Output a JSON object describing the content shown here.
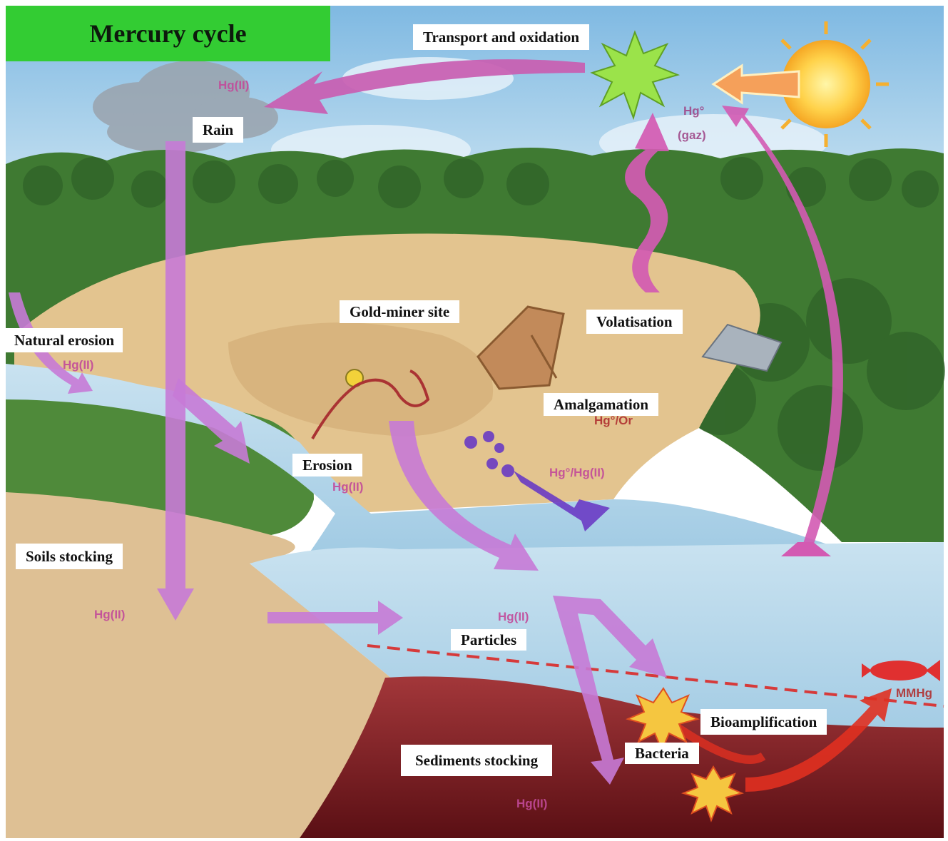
{
  "title": "Mercury cycle",
  "labels": {
    "transport": "Transport and oxidation",
    "rain": "Rain",
    "natural_erosion": "Natural erosion",
    "gold_miner": "Gold-miner site",
    "volatisation": "Volatisation",
    "amalgamation": "Amalgamation",
    "erosion": "Erosion",
    "soils": "Soils stocking",
    "particles": "Particles",
    "bioamplification": "Bioamplification",
    "bacteria": "Bacteria",
    "sediments": "Sediments stocking"
  },
  "species": {
    "hg2_cloud": "Hg(II)",
    "hg0_gas_1": "Hg°",
    "hg0_gas_2": "(gaz)",
    "hg2_natural": "Hg(II)",
    "hg0_gold": "Hg°/Or",
    "hg0_hg2": "Hg°/Hg(II)",
    "hg2_erosion": "Hg(II)",
    "hg2_soil": "Hg(II)",
    "hg2_particles": "Hg(II)",
    "mmhg": "MMHg",
    "hg2_sediment": "Hg(II)"
  },
  "colors": {
    "title_bg": "#33cc33",
    "arrow_pink": "#c77ad6",
    "arrow_magenta": "#d85aa8",
    "arrow_violet": "#6a3bc4",
    "arrow_red": "#e03020",
    "sky": "#a9d3ec",
    "forest": "#3f7a32",
    "sand": "#e3c48f",
    "water": "#b5d6ea",
    "sediment": "#7a1c1c"
  }
}
